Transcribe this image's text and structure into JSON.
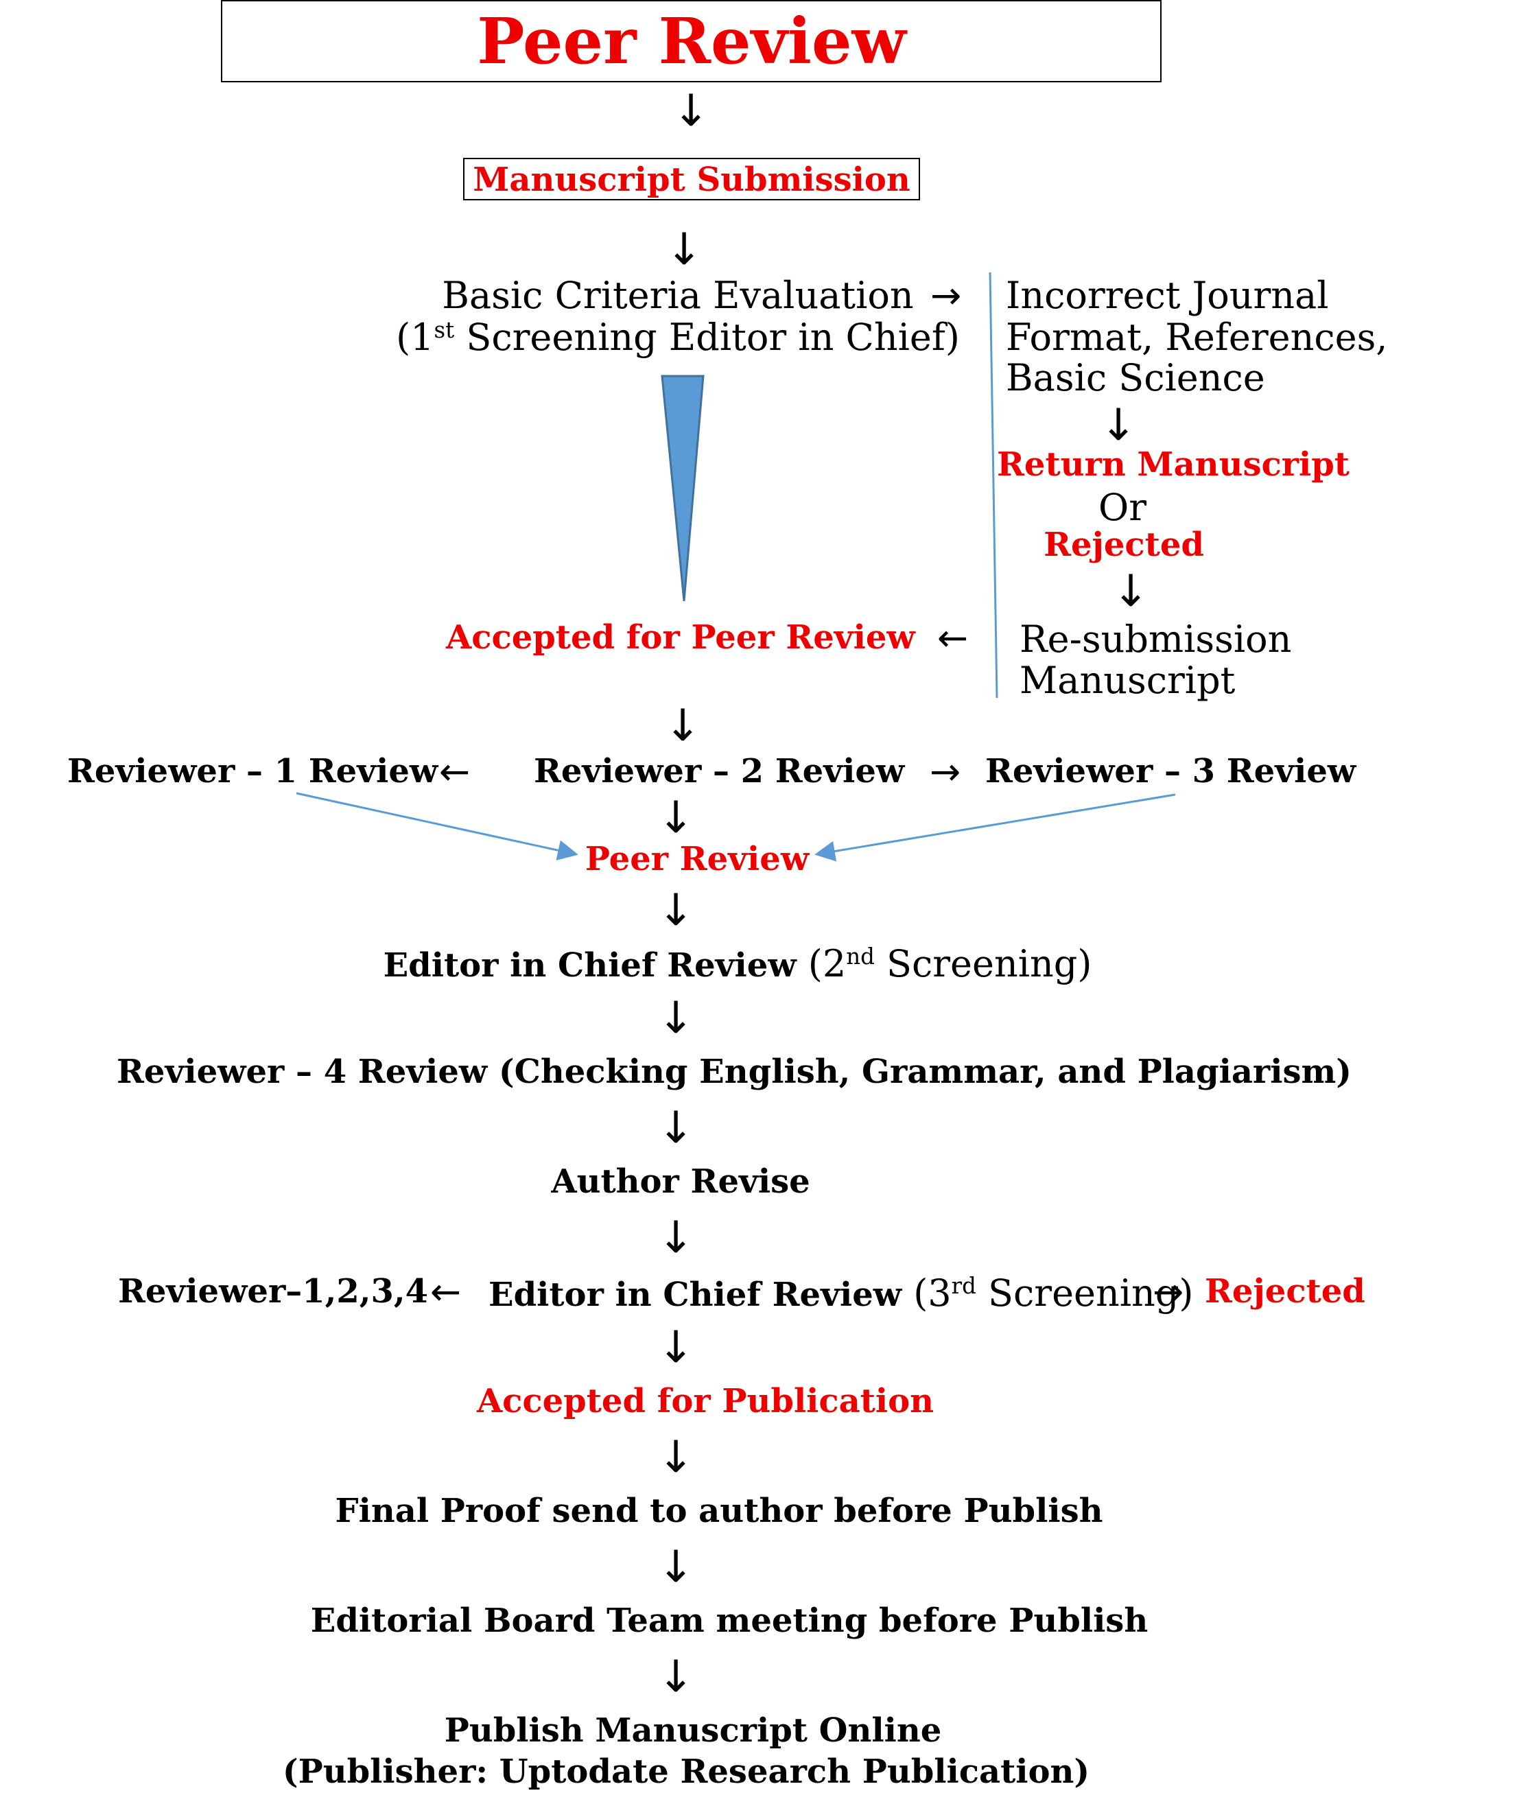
{
  "title": "Peer Review",
  "submission": "Manuscript Submission",
  "basic": {
    "line1": "Basic Criteria Evaluation",
    "line2_open": "(1",
    "line2_sup": "st",
    "line2_rest": " Screening Editor in Chief)"
  },
  "incorrect": {
    "line1": "Incorrect Journal",
    "line2": "Format, References,",
    "line3": "Basic Science"
  },
  "return_manuscript": "Return Manuscript",
  "or_text": "Or",
  "rejected_side": "Rejected",
  "resubmission": {
    "line1": "Re-submission",
    "line2": "Manuscript"
  },
  "accepted_peer": "Accepted for Peer Review",
  "reviewers": {
    "r1": "Reviewer – 1 Review",
    "r2": "Reviewer – 2 Review",
    "r3": "Reviewer – 3 Review"
  },
  "peer_review": "Peer Review",
  "eic_review_2": {
    "bold": "Editor in Chief Review",
    "open": " (2",
    "sup": "nd",
    "rest": " Screening)"
  },
  "reviewer4": "Reviewer – 4 Review (Checking English, Grammar, and Plagiarism)",
  "author_revise": "Author Revise",
  "third": {
    "left": "Reviewer–1,2,3,4",
    "bold": "Editor in Chief Review",
    "open": " (3",
    "sup": "rd",
    "rest": " Screening)",
    "rejected": "Rejected"
  },
  "accepted_pub": "Accepted for Publication",
  "final_proof": "Final Proof send to author before Publish",
  "board_meeting": "Editorial Board Team meeting before Publish",
  "publish": {
    "line1": "Publish Manuscript Online",
    "line2": "(Publisher: Uptodate Research Publication)"
  },
  "glyphs": {
    "down": "↓",
    "right": "→",
    "left": "←"
  },
  "colors": {
    "accent_red": "#ee0000",
    "connector_blue": "#5b9bd5",
    "funnel_blue": "#5b9bd5"
  }
}
